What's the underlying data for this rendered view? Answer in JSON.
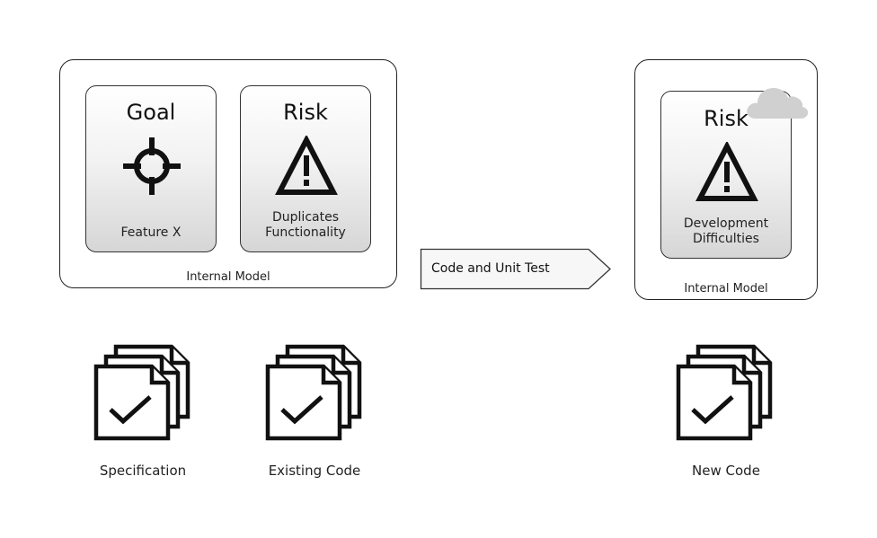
{
  "left_model": {
    "label": "Internal Model",
    "cards": [
      {
        "title": "Goal",
        "icon": "crosshair-icon",
        "caption_lines": [
          "Feature X"
        ]
      },
      {
        "title": "Risk",
        "icon": "warning-icon",
        "caption_lines": [
          "Duplicates",
          "Functionality"
        ]
      }
    ]
  },
  "process": {
    "label": "Code and Unit Test"
  },
  "right_model": {
    "label": "Internal Model",
    "cards": [
      {
        "title": "Risk",
        "icon": "warning-icon",
        "caption_lines": [
          "Development",
          "Difficulties"
        ]
      }
    ],
    "badge_icon": "cloud-icon"
  },
  "documents": [
    {
      "label": "Specification",
      "icon": "document-stack-check-icon"
    },
    {
      "label": "Existing Code",
      "icon": "document-stack-check-icon"
    },
    {
      "label": "New Code",
      "icon": "document-stack-check-icon"
    }
  ],
  "colors": {
    "stroke": "#111111",
    "card_gradient_bottom": "#d6d6d6",
    "cloud": "#d0d0d0"
  }
}
